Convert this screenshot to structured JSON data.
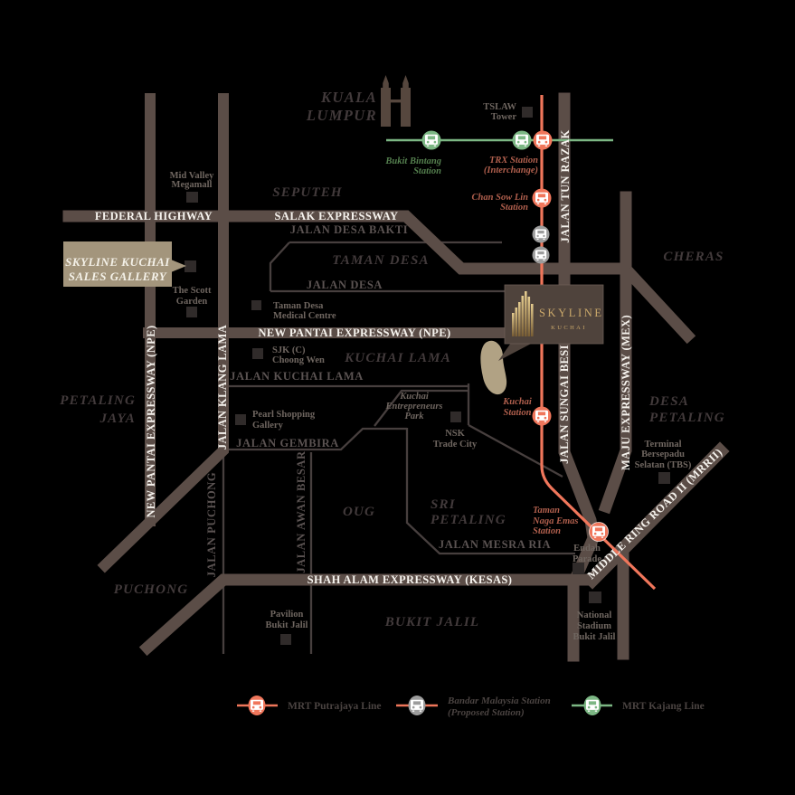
{
  "map": {
    "areas": {
      "kuala_lumpur": {
        "line1": "KUALA",
        "line2": "LUMPUR"
      },
      "seputeh": "SEPUTEH",
      "cheras": "CHERAS",
      "taman_desa": "TAMAN DESA",
      "kuchai_lama": "KUCHAI LAMA",
      "petaling_jaya": {
        "line1": "PETALING",
        "line2": "JAYA"
      },
      "desa_petaling": {
        "line1": "DESA",
        "line2": "PETALING"
      },
      "sri_petaling": {
        "line1": "SRI",
        "line2": "PETALING"
      },
      "oug": "OUG",
      "puchong": "PUCHONG",
      "bukit_jalil": "BUKIT JALIL"
    },
    "roads": {
      "federal_highway": "FEDERAL HIGHWAY",
      "salak_expressway": "SALAK EXPRESSWAY",
      "jalan_desa_bakti": "JALAN DESA BAKTI",
      "jalan_desa": "JALAN DESA",
      "npe": "NEW PANTAI EXPRESSWAY (NPE)",
      "jalan_klang_lama": "JALAN KLANG LAMA",
      "jalan_kuchai_lama": "JALAN KUCHAI LAMA",
      "jalan_gembira": "JALAN GEMBIRA",
      "jalan_puchong": "JALAN PUCHONG",
      "jalan_awan_besar": "JALAN AWAN BESAR",
      "jalan_mesra_ria": "JALAN MESRA RIA",
      "kesas": "SHAH ALAM EXPRESSWAY (KESAS)",
      "jalan_tun_razak": "JALAN TUN RAZAK",
      "jalan_sungai_besi": "JALAN SUNGAI BESI",
      "mex": "MAJU EXPRESSWAY (MEX)",
      "mrr2": "MIDDLE RING ROAD II (MRRII)"
    },
    "stations": {
      "bukit_bintang": {
        "line1": "Bukit Bintang",
        "line2": "Station"
      },
      "trx": {
        "line1": "TRX Station",
        "line2": "(Interchange)"
      },
      "chan_sow_lin": {
        "line1": "Chan Sow Lin",
        "line2": "Station"
      },
      "kuchai": {
        "line1": "Kuchai",
        "line2": "Station"
      },
      "taman_naga_emas": {
        "line1": "Taman",
        "line2": "Naga Emas",
        "line3": "Station"
      }
    },
    "places": {
      "tslaw": {
        "line1": "TSLAW",
        "line2": "Tower"
      },
      "mid_valley": {
        "line1": "Mid Valley",
        "line2": "Megamall"
      },
      "scott_garden": {
        "line1": "The Scott",
        "line2": "Garden"
      },
      "taman_desa_medical": {
        "line1": "Taman Desa",
        "line2": "Medical Centre"
      },
      "sjk_choong_wen": {
        "line1": "SJK (C)",
        "line2": "Choong Wen"
      },
      "pearl_shopping": {
        "line1": "Pearl Shopping",
        "line2": "Gallery"
      },
      "kuchai_entrepreneurs": {
        "line1": "Kuchai",
        "line2": "Entrepreneurs",
        "line3": "Park"
      },
      "nsk_trade_city": {
        "line1": "NSK",
        "line2": "Trade City"
      },
      "tbs": {
        "line1": "Terminal",
        "line2": "Bersepadu",
        "line3": "Selatan (TBS)"
      },
      "endah_parade": {
        "line1": "Endah",
        "line2": "Parade"
      },
      "national_stadium": {
        "line1": "National",
        "line2": "Stadium",
        "line3": "Bukit Jalil"
      },
      "pavilion_bukit_jalil": {
        "line1": "Pavilion",
        "line2": "Bukit Jalil"
      }
    },
    "project": {
      "logo_name": "SKYLINE",
      "logo_sub": "KUCHAI",
      "gallery_line1": "SKYLINE KUCHAI",
      "gallery_line2": "SALES GALLERY"
    },
    "legend": {
      "putrajaya_label": "MRT Putrajaya Line",
      "bandar_line1": "Bandar Malaysia Station",
      "bandar_line2": "(Proposed Station)",
      "kajang_label": "MRT Kajang Line"
    },
    "colors": {
      "background": "#000000",
      "road_major": "#5b4d47",
      "road_minor": "#473f3e",
      "mrt_putrajaya": "#f0765b",
      "mrt_kajang": "#7cb784",
      "station_proposed": "#9c9c9c",
      "label_putrajaya": "#b05f4d",
      "label_kajang": "#55804f",
      "project_box": "#4f433c",
      "gold": "#c9a76a",
      "site": "#b1a284",
      "gallery_box": "#a3957c",
      "towers": "#56473e"
    }
  }
}
